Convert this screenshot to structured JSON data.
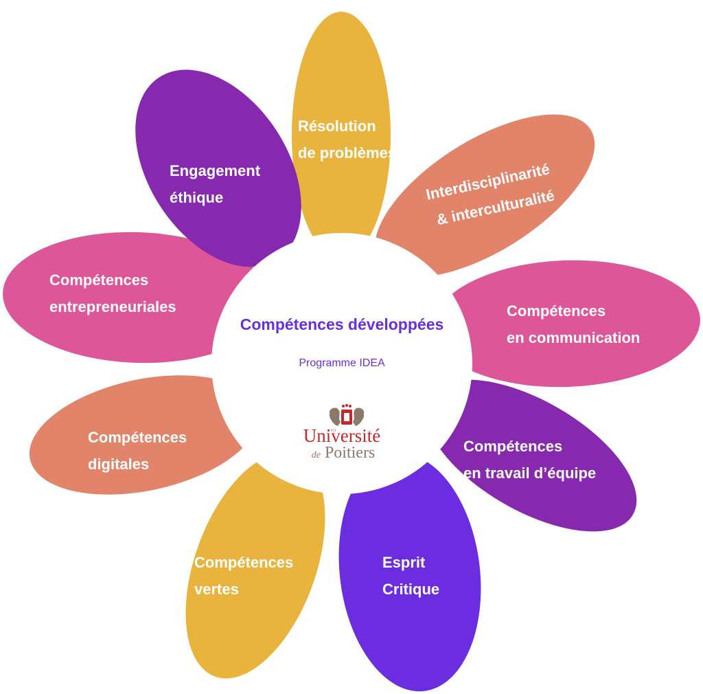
{
  "center": {
    "title": "Compétences développées",
    "subtitle": "Programme  IDEA"
  },
  "logo": {
    "year": "1431",
    "line1": "Université",
    "line2_prefix": "de",
    "line2": "Poitiers"
  },
  "colors": {
    "yellow": "#E9B43E",
    "salmon": "#E2846A",
    "pink": "#DC5698",
    "purple": "#8729AF",
    "violet": "#6C2CE0",
    "center_text": "#6A2FD6",
    "logo_red": "#C8262E",
    "logo_brown": "#8A7A6C"
  },
  "petals": [
    {
      "name": "petal-resolution-problemes",
      "color": "yellow",
      "lines": [
        "Résolution",
        "de problèmes"
      ]
    },
    {
      "name": "petal-interdisciplinarite",
      "color": "salmon",
      "lines": [
        "Interdisciplinarité",
        "& interculturalité"
      ]
    },
    {
      "name": "petal-communication",
      "color": "pink",
      "lines": [
        "Compétences",
        "en communication"
      ]
    },
    {
      "name": "petal-travail-equipe",
      "color": "purple",
      "lines": [
        "Compétences",
        "en travail d’équipe"
      ]
    },
    {
      "name": "petal-esprit-critique",
      "color": "violet",
      "lines": [
        "Esprit",
        "Critique"
      ]
    },
    {
      "name": "petal-competences-vertes",
      "color": "yellow",
      "lines": [
        "Compétences",
        "vertes"
      ]
    },
    {
      "name": "petal-competences-digitales",
      "color": "salmon",
      "lines": [
        "Compétences",
        "digitales"
      ]
    },
    {
      "name": "petal-entrepreneuriales",
      "color": "pink",
      "lines": [
        "Compétences",
        "entrepreneuriales"
      ]
    },
    {
      "name": "petal-engagement-ethique",
      "color": "purple",
      "lines": [
        "Engagement",
        "éthique"
      ]
    }
  ]
}
